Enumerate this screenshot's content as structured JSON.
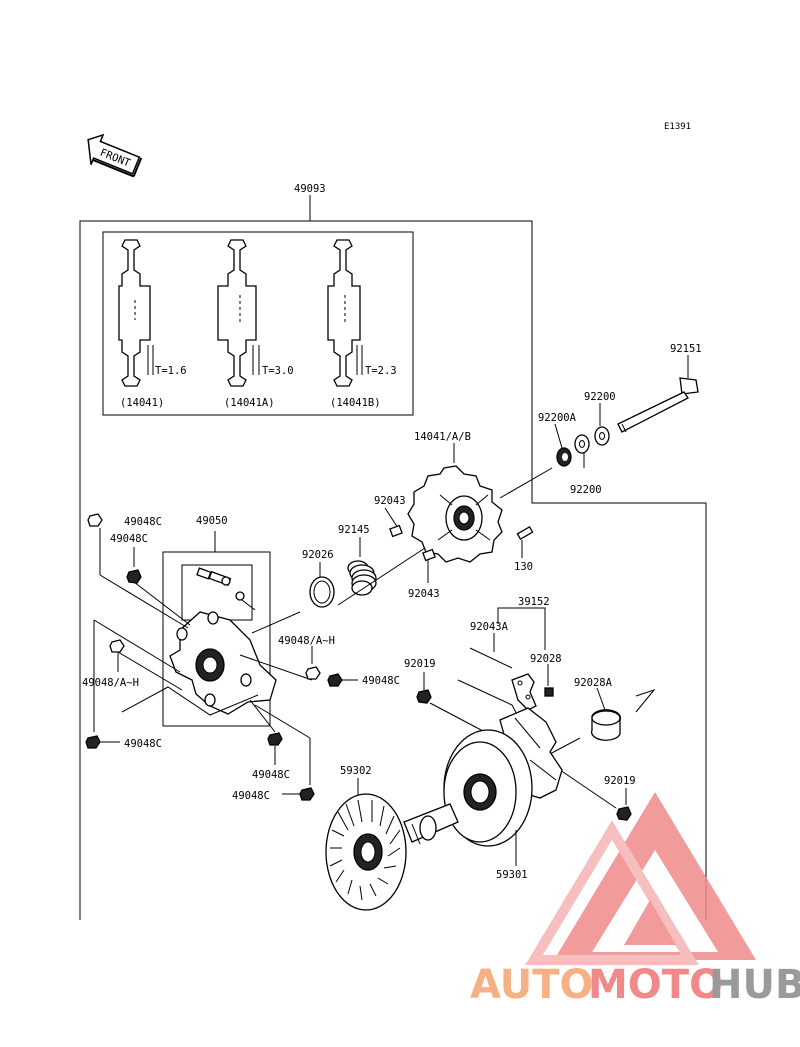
{
  "diagram_code": "E1391",
  "front_label": "FRONT",
  "inset": {
    "variants": [
      {
        "code": "(14041)",
        "thickness": "T=1.6"
      },
      {
        "code": "(14041A)",
        "thickness": "T=3.0"
      },
      {
        "code": "(14041B)",
        "thickness": "T=2.3"
      }
    ]
  },
  "parts": {
    "p49093": "49093",
    "p92151": "92151",
    "p92200_top": "92200",
    "p92200A": "92200A",
    "p92200_bot": "92200",
    "p14041AB": "14041/A/B",
    "p92043_a": "92043",
    "p92145": "92145",
    "p92026": "92026",
    "p92043_b": "92043",
    "p130": "130",
    "p49050": "49050",
    "p49048C_1": "49048C",
    "p49048C_2": "49048C",
    "p49048AH_1": "49048/A~H",
    "p49048C_3": "49048C",
    "p49048AH_2": "49048/A~H",
    "p49048C_4": "49048C",
    "p49048C_5": "49048C",
    "p49048C_6": "49048C",
    "p39152": "39152",
    "p92043A": "92043A",
    "p92019_a": "92019",
    "p92028": "92028",
    "p92028A": "92028A",
    "p92019_b": "92019",
    "p59302": "59302",
    "p59301": "59301"
  },
  "watermark": {
    "part1": "AUTO",
    "part2": "MOTO",
    "part3": "HUB",
    "color1": "#f5b183",
    "color2": "#f08a8a",
    "color3": "#9a9a9a"
  }
}
